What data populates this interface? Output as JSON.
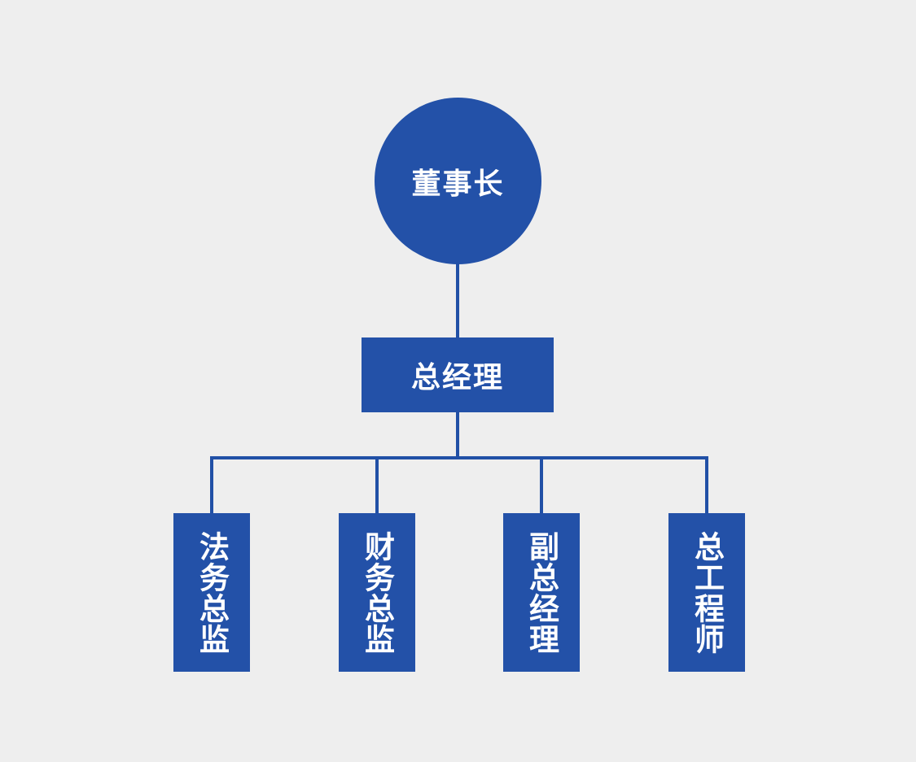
{
  "theme": {
    "background": "#eeeeee",
    "node_fill": "#2351a8",
    "line_color": "#2150a6",
    "text_color": "#ffffff"
  },
  "org": {
    "type": "org-chart",
    "root": {
      "label": "董事长"
    },
    "manager": {
      "label": "总经理"
    },
    "leaves": [
      {
        "label": "法务总监"
      },
      {
        "label": "财务总监"
      },
      {
        "label": "副总经理"
      },
      {
        "label": "总工程师"
      }
    ]
  }
}
